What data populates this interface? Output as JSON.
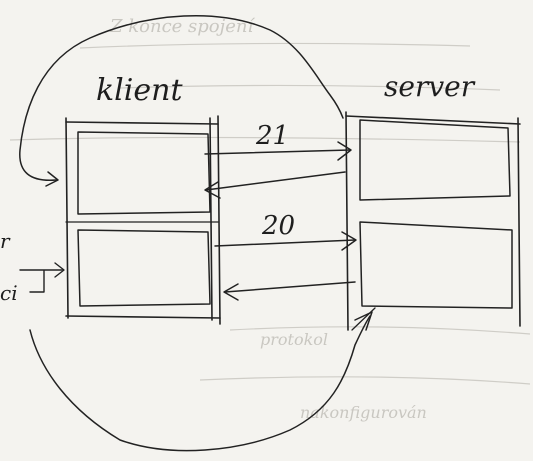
{
  "labels": {
    "client": "klient",
    "server": "server",
    "port_top": "21",
    "port_bottom": "20",
    "edge_fragment_top": "r",
    "edge_fragment_bottom": "ci"
  },
  "bleed_through_text": [
    "Z konce spojení",
    "protokol",
    "nakonfigurován"
  ],
  "colors": {
    "paper": "#f4f3ef",
    "ink": "#222222",
    "bleed": "#c9c7c1"
  }
}
